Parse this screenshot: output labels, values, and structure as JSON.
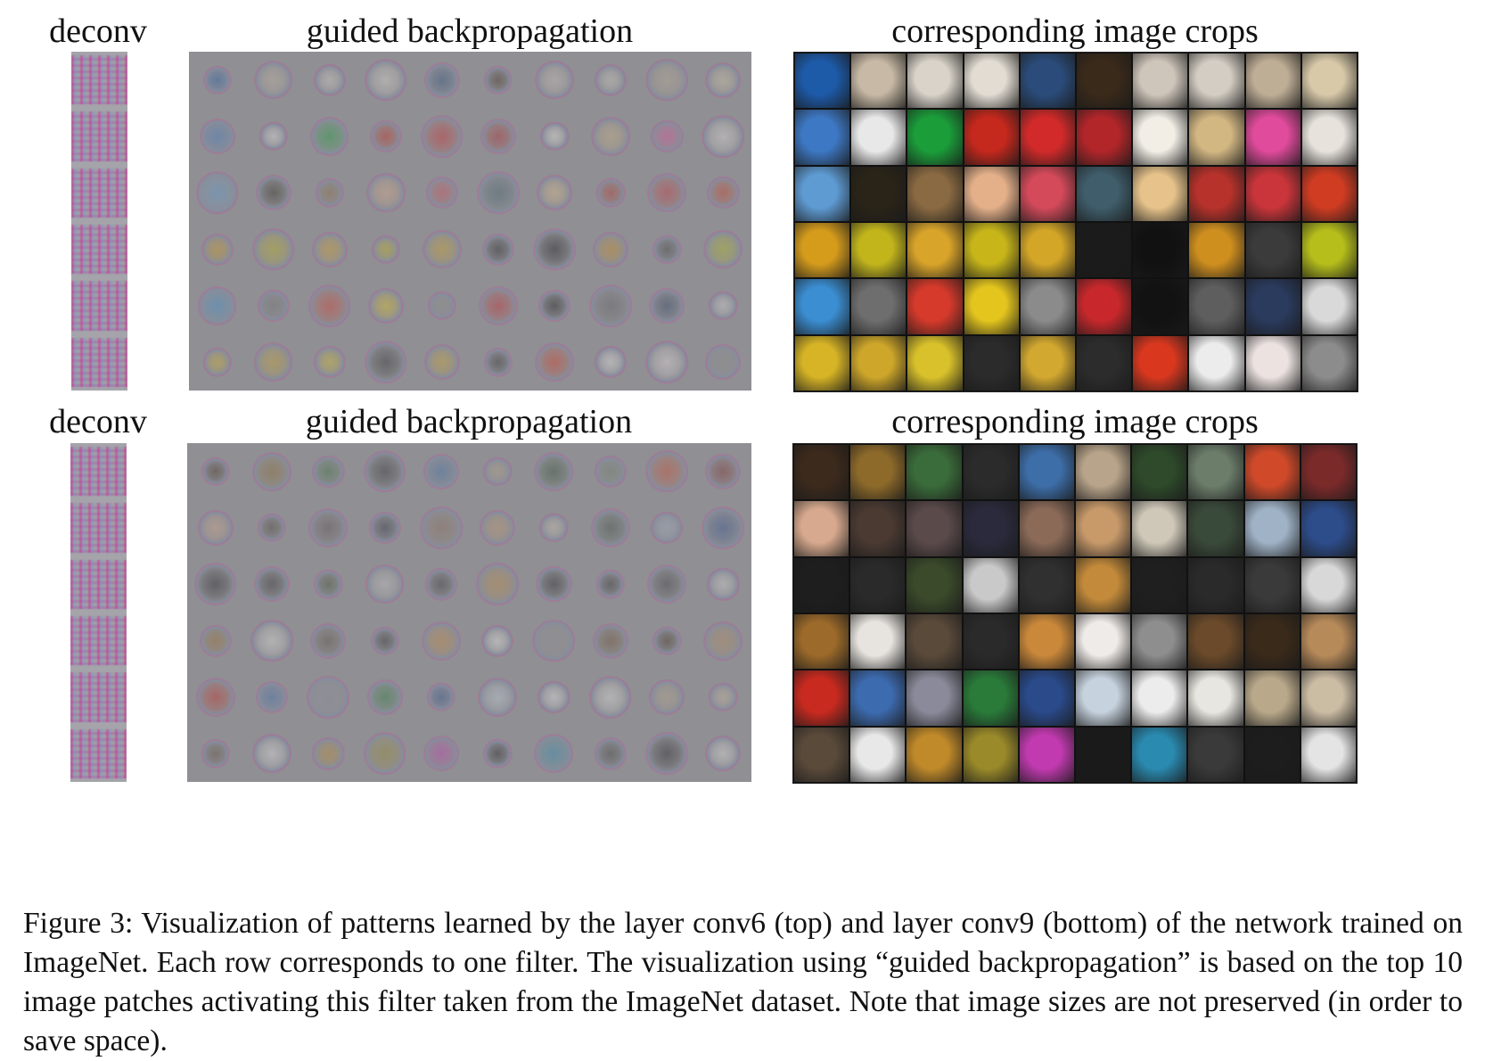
{
  "figure": {
    "top": {
      "deconv_label": "deconv",
      "guided_label": "guided backpropagation",
      "crops_label": "corresponding image crops"
    },
    "bottom": {
      "deconv_label": "deconv",
      "guided_label": "guided backpropagation",
      "crops_label": "corresponding image crops"
    },
    "rows_per_panel": 6,
    "cols_per_panel": 10,
    "top_crop_palette": [
      [
        "#1d5aa8",
        "#c7b9a5",
        "#d9d3c9",
        "#e2dcd2",
        "#2b4c7a",
        "#3a2a1a",
        "#cfc6bb",
        "#d4cdc3",
        "#bfae96",
        "#d8c9a9"
      ],
      [
        "#3d78c4",
        "#e8e8e8",
        "#1b9e3a",
        "#c5281d",
        "#d22a2a",
        "#b2262a",
        "#f2eee6",
        "#d3b783",
        "#e14b9c",
        "#e7e2dc"
      ],
      [
        "#5e9bd3",
        "#2a2418",
        "#8a6a42",
        "#e4b08a",
        "#d44a5a",
        "#3f5d6a",
        "#e7c38b",
        "#b7322b",
        "#c9353a",
        "#cf3c22"
      ],
      [
        "#d59c1c",
        "#c2b51c",
        "#d9a42a",
        "#c7b51a",
        "#d3a628",
        "#1b1b1b",
        "#111111",
        "#cf8f1f",
        "#3b3b3b",
        "#b5be1b"
      ],
      [
        "#3b8ed2",
        "#6e6e6e",
        "#d63a2b",
        "#e4c51e",
        "#8b8b8b",
        "#c8282c",
        "#121212",
        "#5e5e5e",
        "#2a3b5e",
        "#d9d9d9"
      ],
      [
        "#d6b426",
        "#cda62a",
        "#d9c12b",
        "#2b2b2b",
        "#d2a830",
        "#2c2c2c",
        "#d9381f",
        "#ececec",
        "#ece3e1",
        "#8c8c8c"
      ]
    ],
    "bottom_crop_palette": [
      [
        "#3c2a1c",
        "#8d6a2a",
        "#3a6b3a",
        "#2b2b2b",
        "#3d6ea8",
        "#b8a48a",
        "#2e4a2a",
        "#6c7d6a",
        "#d04a2a",
        "#7b2a2a"
      ],
      [
        "#d7a98e",
        "#4a3a32",
        "#5b4a4a",
        "#2a2a3c",
        "#8b6a58",
        "#c89a6a",
        "#cfc8b8",
        "#3a4a3a",
        "#9fb2c6",
        "#2d4c8a"
      ],
      [
        "#1e1e1e",
        "#2a2a2a",
        "#3a4a2a",
        "#c9c9c9",
        "#303030",
        "#c28a3a",
        "#1f1f1f",
        "#2a2a2a",
        "#3a3a3a",
        "#d8d8d8"
      ],
      [
        "#9c6a2a",
        "#e7e4df",
        "#5a4a3a",
        "#2a2a2a",
        "#c9883a",
        "#efebe8",
        "#8e8e8e",
        "#6a4a2a",
        "#3a2a1a",
        "#b78a5a"
      ],
      [
        "#c92a1f",
        "#3d6bb0",
        "#8a8a9a",
        "#2a7b3a",
        "#2a4a8a",
        "#c6d2de",
        "#ececec",
        "#e8e6e0",
        "#b9a98a",
        "#cbbca4"
      ],
      [
        "#5a4a3a",
        "#e8e8e8",
        "#c08a2a",
        "#9a8a2a",
        "#c23ab0",
        "#1a1a1a",
        "#2a8ab0",
        "#3a3a3a",
        "#1d1d1d",
        "#e4e4e4"
      ]
    ]
  },
  "caption": {
    "text": "Figure 3: Visualization of patterns learned by the layer conv6 (top) and layer conv9 (bottom) of the network trained on ImageNet. Each row corresponds to one filter. The visualization using “guided backpropagation” is based on the top 10 image patches activating this filter taken from the ImageNet dataset. Note that image sizes are not preserved (in order to save space)."
  }
}
